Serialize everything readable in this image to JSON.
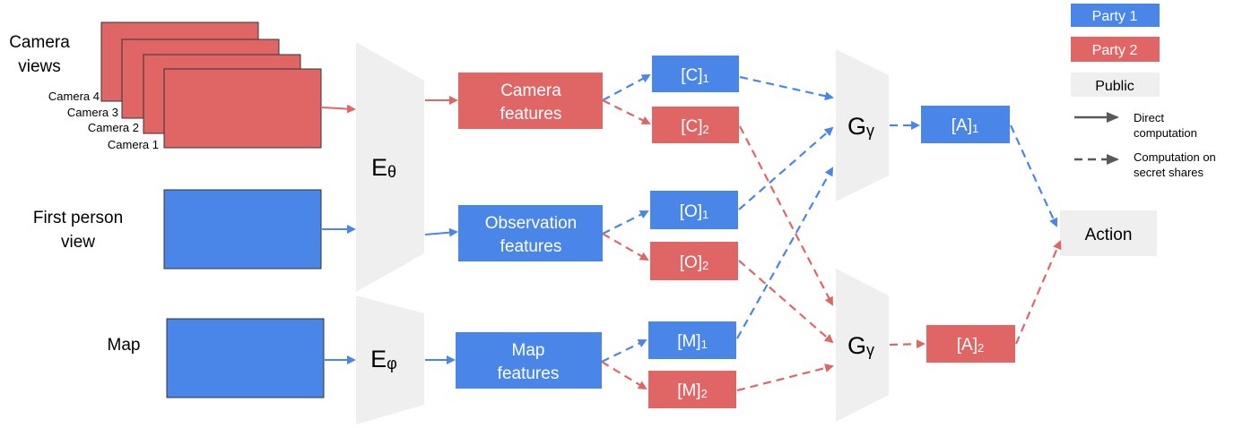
{
  "inputs": {
    "camera_views": "Camera views",
    "camera_views_line1": "Camera",
    "camera_views_line2": "views",
    "camera_1": "Camera 1",
    "camera_2": "Camera 2",
    "camera_3": "Camera 3",
    "camera_4": "Camera 4",
    "first_person_line1": "First person",
    "first_person_line2": "view",
    "map": "Map"
  },
  "encoders": {
    "e_theta": {
      "base": "E",
      "sub": "θ"
    },
    "e_phi": {
      "base": "E",
      "sub": "φ"
    }
  },
  "features": {
    "camera_line1": "Camera",
    "camera_line2": "features",
    "observation_line1": "Observation",
    "observation_line2": "features",
    "map_line1": "Map",
    "map_line2": "features"
  },
  "shares": {
    "c1": {
      "base": "[C]",
      "sub": "1"
    },
    "c2": {
      "base": "[C]",
      "sub": "2"
    },
    "o1": {
      "base": "[O]",
      "sub": "1"
    },
    "o2": {
      "base": "[O]",
      "sub": "2"
    },
    "m1": {
      "base": "[M]",
      "sub": "1"
    },
    "m2": {
      "base": "[M]",
      "sub": "2"
    },
    "a1": {
      "base": "[A]",
      "sub": "1"
    },
    "a2": {
      "base": "[A]",
      "sub": "2"
    }
  },
  "policies": {
    "g_top": {
      "base": "G",
      "sub": "γ"
    },
    "g_bottom": {
      "base": "G",
      "sub": "γ"
    }
  },
  "output": {
    "action": "Action"
  },
  "legend": {
    "party1": "Party 1",
    "party2": "Party 2",
    "public": "Public",
    "direct_line1": "Direct",
    "direct_line2": "computation",
    "secret_line1": "Computation on",
    "secret_line2": "secret shares"
  },
  "colors": {
    "party1": "#4a86e8",
    "party2": "#e06666",
    "public": "#efefef",
    "legend_arrow": "#595959"
  }
}
